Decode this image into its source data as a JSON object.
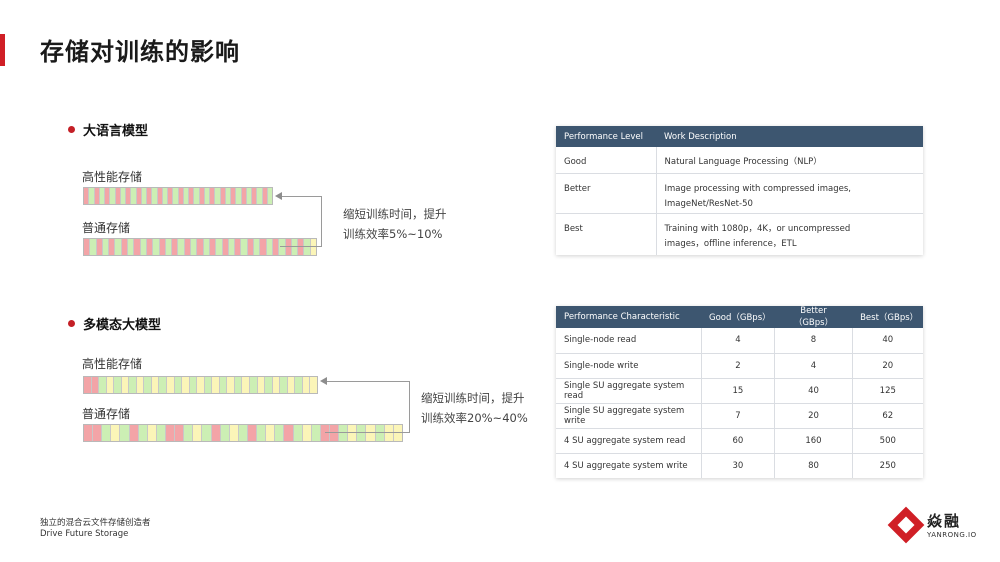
{
  "title": "存储对训练的影响",
  "llm": {
    "heading": "大语言模型",
    "high_label": "高性能存储",
    "normal_label": "普通存储",
    "note_line1": "缩短训练时间，提升",
    "note_line2": "训练效率5%~10%",
    "high_bar": [
      "r",
      "g",
      "r",
      "g",
      "r",
      "g",
      "r",
      "g",
      "r",
      "g",
      "r",
      "g",
      "r",
      "g",
      "r",
      "g",
      "r",
      "g",
      "r",
      "g",
      "r",
      "g",
      "r",
      "g",
      "r",
      "g",
      "r",
      "g",
      "r",
      "g",
      "r",
      "g",
      "r",
      "g",
      "r",
      "g"
    ],
    "normal_bar": [
      "r",
      "g",
      "r",
      "g",
      "r",
      "g",
      "r",
      "g",
      "r",
      "g",
      "r",
      "g",
      "r",
      "g",
      "r",
      "g",
      "r",
      "g",
      "r",
      "g",
      "r",
      "g",
      "r",
      "g",
      "r",
      "g",
      "r",
      "g",
      "r",
      "g",
      "r",
      "g",
      "r",
      "g",
      "r",
      "g",
      "y"
    ]
  },
  "mm": {
    "heading": "多模态大模型",
    "high_label": "高性能存储",
    "normal_label": "普通存储",
    "note_line1": "缩短训练时间，提升",
    "note_line2": "训练效率20%~40%",
    "high_bar": [
      "r",
      "r",
      "g",
      "y",
      "g",
      "y",
      "g",
      "y",
      "g",
      "y",
      "g",
      "y",
      "g",
      "y",
      "g",
      "y",
      "g",
      "y",
      "g",
      "y",
      "g",
      "y",
      "g",
      "y",
      "g",
      "y",
      "g",
      "y",
      "g",
      "y",
      "y"
    ],
    "normal_bar": [
      "r",
      "r",
      "g",
      "y",
      "g",
      "r",
      "g",
      "y",
      "g",
      "r",
      "r",
      "g",
      "y",
      "g",
      "r",
      "g",
      "y",
      "g",
      "r",
      "g",
      "y",
      "g",
      "r",
      "g",
      "y",
      "g",
      "r",
      "r",
      "g",
      "y",
      "g",
      "y",
      "g",
      "y",
      "y"
    ]
  },
  "table1": {
    "headers": [
      "Performance Level",
      "Work Description"
    ],
    "rows": [
      {
        "level": "Good",
        "desc1": "Natural Language Processing（NLP）",
        "desc2": ""
      },
      {
        "level": "Better",
        "desc1": "Image processing with compressed images,",
        "desc2": "ImageNet/ResNet-50"
      },
      {
        "level": "Best",
        "desc1": "Training with 1080p，4K，or uncompressed",
        "desc2": "images，offline inference，ETL"
      }
    ]
  },
  "table2": {
    "headers": [
      "Performance Characteristic",
      "Good（GBps）",
      "Better（GBps）",
      "Best（GBps）"
    ],
    "rows": [
      [
        "Single-node read",
        "4",
        "8",
        "40"
      ],
      [
        "Single-node write",
        "2",
        "4",
        "20"
      ],
      [
        "Single SU aggregate system read",
        "15",
        "40",
        "125"
      ],
      [
        "Single SU aggregate system write",
        "7",
        "20",
        "62"
      ],
      [
        "4 SU aggregate system read",
        "60",
        "160",
        "500"
      ],
      [
        "4 SU aggregate system write",
        "30",
        "80",
        "250"
      ]
    ]
  },
  "footer": {
    "line1": "独立的混合云文件存储创造者",
    "line2": "Drive Future Storage"
  },
  "logo": {
    "name": "焱融",
    "sub": "YANRONG.IO"
  },
  "colors": {
    "accent": "#d01f26",
    "header": "#3d5670",
    "slow": "#f3a4a7",
    "compute": "#ccefb4",
    "idle": "#fbf5b8"
  }
}
